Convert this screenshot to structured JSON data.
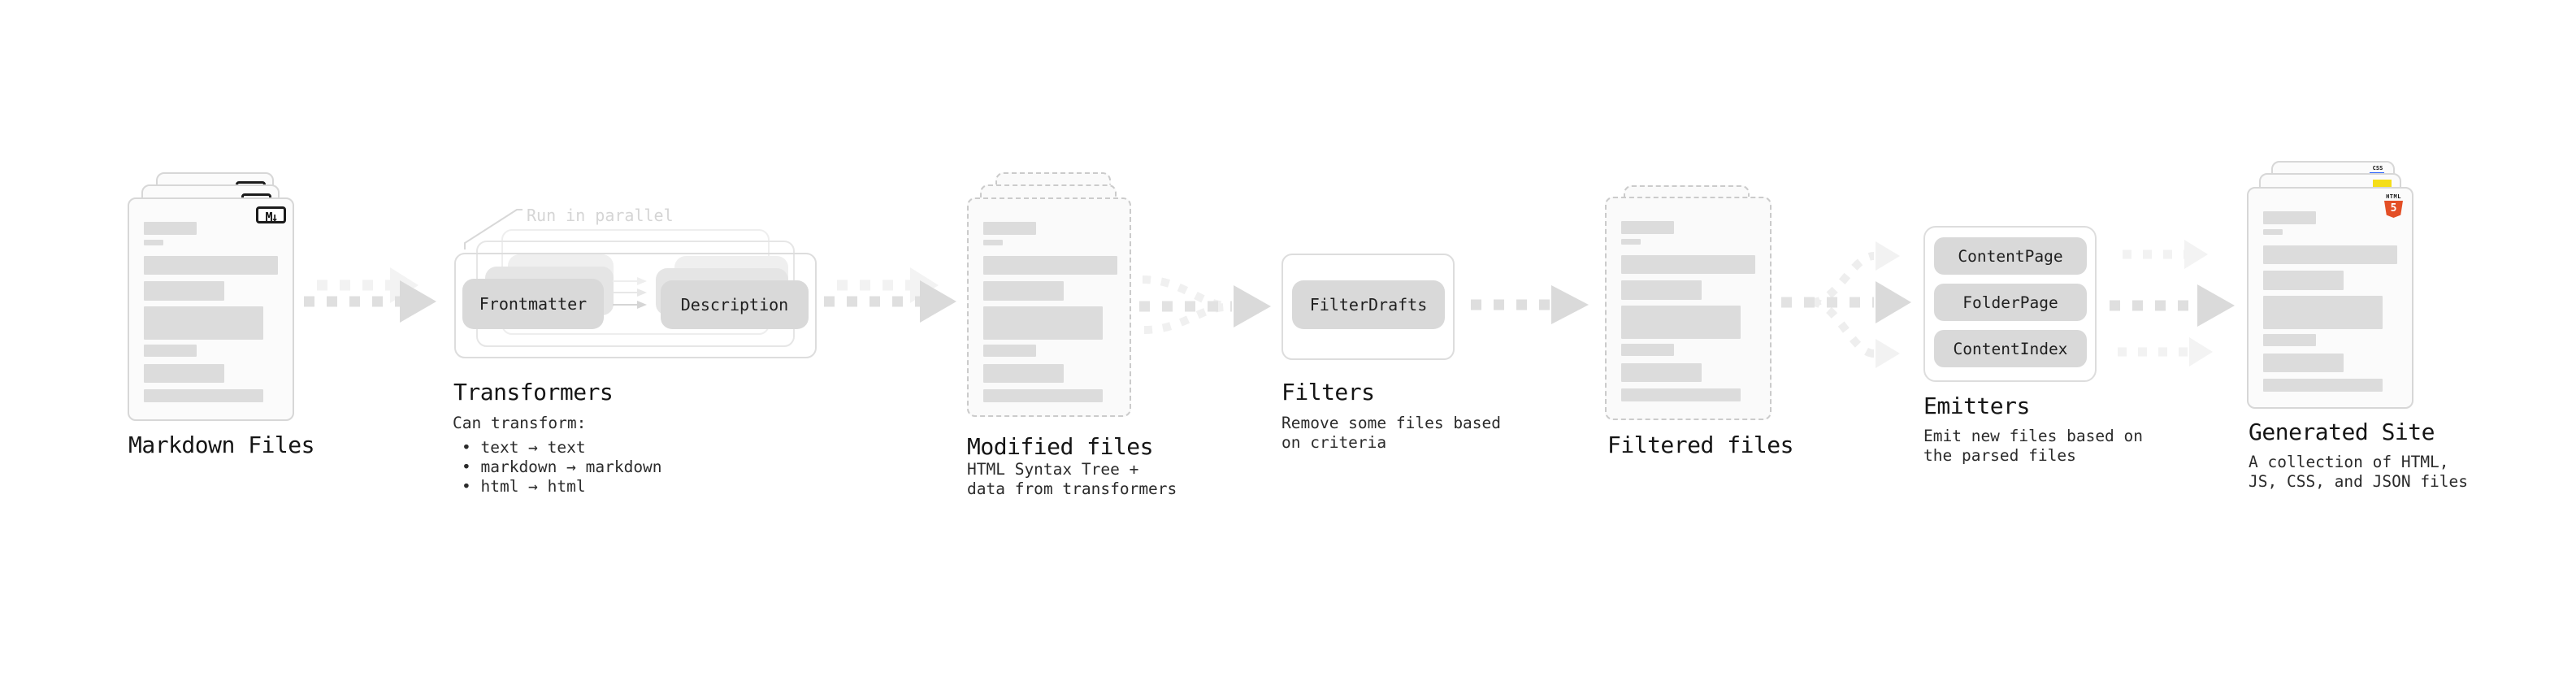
{
  "diagram": {
    "markdown_files": {
      "title": "Markdown Files"
    },
    "transformers": {
      "annotation": "Run in parallel",
      "transformer_left": "Frontmatter",
      "transformer_right": "Description",
      "title": "Transformers",
      "description_heading": "Can transform:",
      "bullets": [
        "• text → text",
        "• markdown → markdown",
        "• html → html"
      ]
    },
    "modified_files": {
      "title": "Modified files",
      "description_lines": [
        "HTML Syntax Tree +",
        "data from transformers"
      ]
    },
    "filters": {
      "title": "Filters",
      "filter_name": "FilterDrafts",
      "description_lines": [
        "Remove some files based",
        "on criteria"
      ]
    },
    "filtered_files": {
      "title": "Filtered files"
    },
    "emitters": {
      "title": "Emitters",
      "emitter_names": [
        "ContentPage",
        "FolderPage",
        "ContentIndex"
      ],
      "description_lines": [
        "Emit new files based on",
        "the parsed files"
      ]
    },
    "generated_site": {
      "title": "Generated Site",
      "description_lines": [
        "A collection of HTML,",
        "JS, CSS, and JSON files"
      ]
    }
  },
  "icons": {
    "markdown_badge": "M↓",
    "html5_label": "HTML",
    "html5_digit": "5",
    "css_label": "CSS",
    "js_badge": "js-yellow-square"
  },
  "colors": {
    "html5_orange": "#e34f26",
    "js_yellow": "#f5de19",
    "css_blue": "#2962ff",
    "placeholder_gray": "#dcdcdc",
    "arrow_gray": "#dadada",
    "text_dark": "#1c1c1c"
  }
}
